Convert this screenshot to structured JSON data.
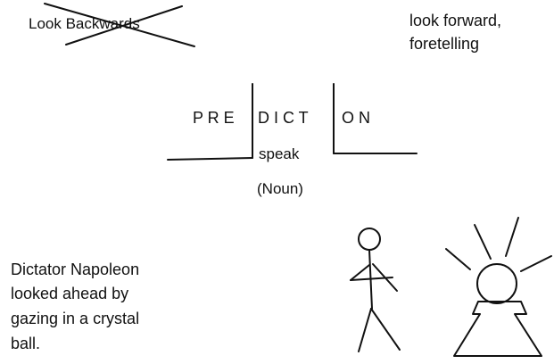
{
  "prefix_note": "Look Backwards",
  "root_meaning": {
    "line1": "look forward,",
    "line2": "foretelling"
  },
  "word": {
    "prefix": "P R E",
    "root": "D I C T",
    "suffix": "O N",
    "root_meaning": "speak",
    "part_of_speech": "(Noun)"
  },
  "example_sentence": {
    "line1": "Dictator Napoleon",
    "line2": "looked ahead by",
    "line3": "gazing in a crystal",
    "line4": "ball."
  },
  "colors": {
    "ink": "#111111",
    "background": "#ffffff"
  }
}
